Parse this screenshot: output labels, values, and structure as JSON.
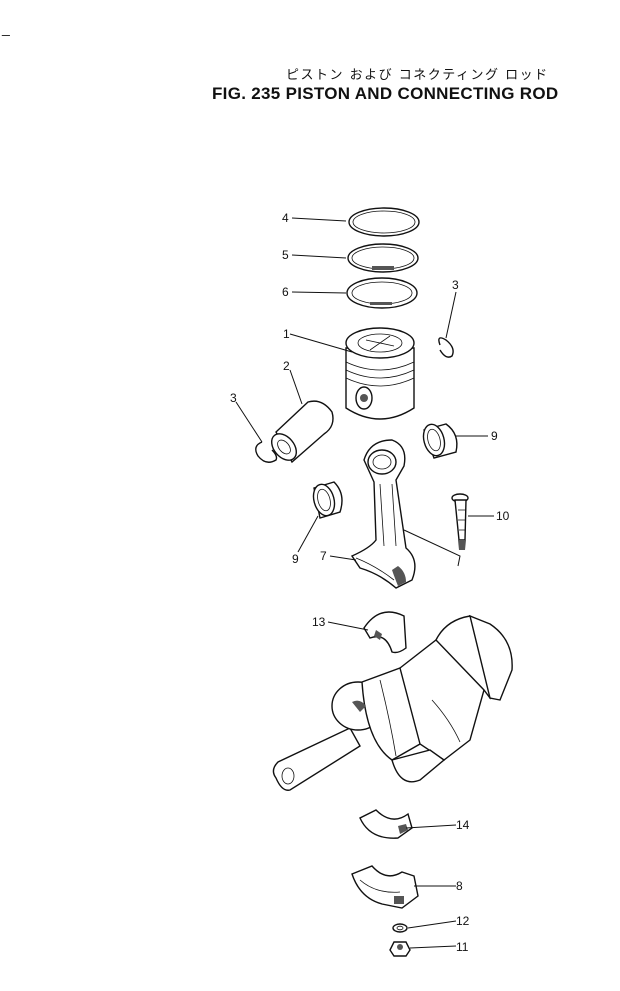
{
  "header": {
    "corner_mark": "_",
    "title_jp": "ピストン および コネクティング ロッド",
    "title_en": "FIG. 235 PISTON AND CONNECTING ROD"
  },
  "callouts": [
    {
      "id": "4",
      "label": "4"
    },
    {
      "id": "5",
      "label": "5"
    },
    {
      "id": "6",
      "label": "6"
    },
    {
      "id": "3a",
      "label": "3"
    },
    {
      "id": "1",
      "label": "1"
    },
    {
      "id": "2",
      "label": "2"
    },
    {
      "id": "3b",
      "label": "3"
    },
    {
      "id": "9a",
      "label": "9"
    },
    {
      "id": "10",
      "label": "10"
    },
    {
      "id": "9b",
      "label": "9"
    },
    {
      "id": "7",
      "label": "7"
    },
    {
      "id": "13",
      "label": "13"
    },
    {
      "id": "14",
      "label": "14"
    },
    {
      "id": "8",
      "label": "8"
    },
    {
      "id": "12",
      "label": "12"
    },
    {
      "id": "11",
      "label": "11"
    }
  ]
}
